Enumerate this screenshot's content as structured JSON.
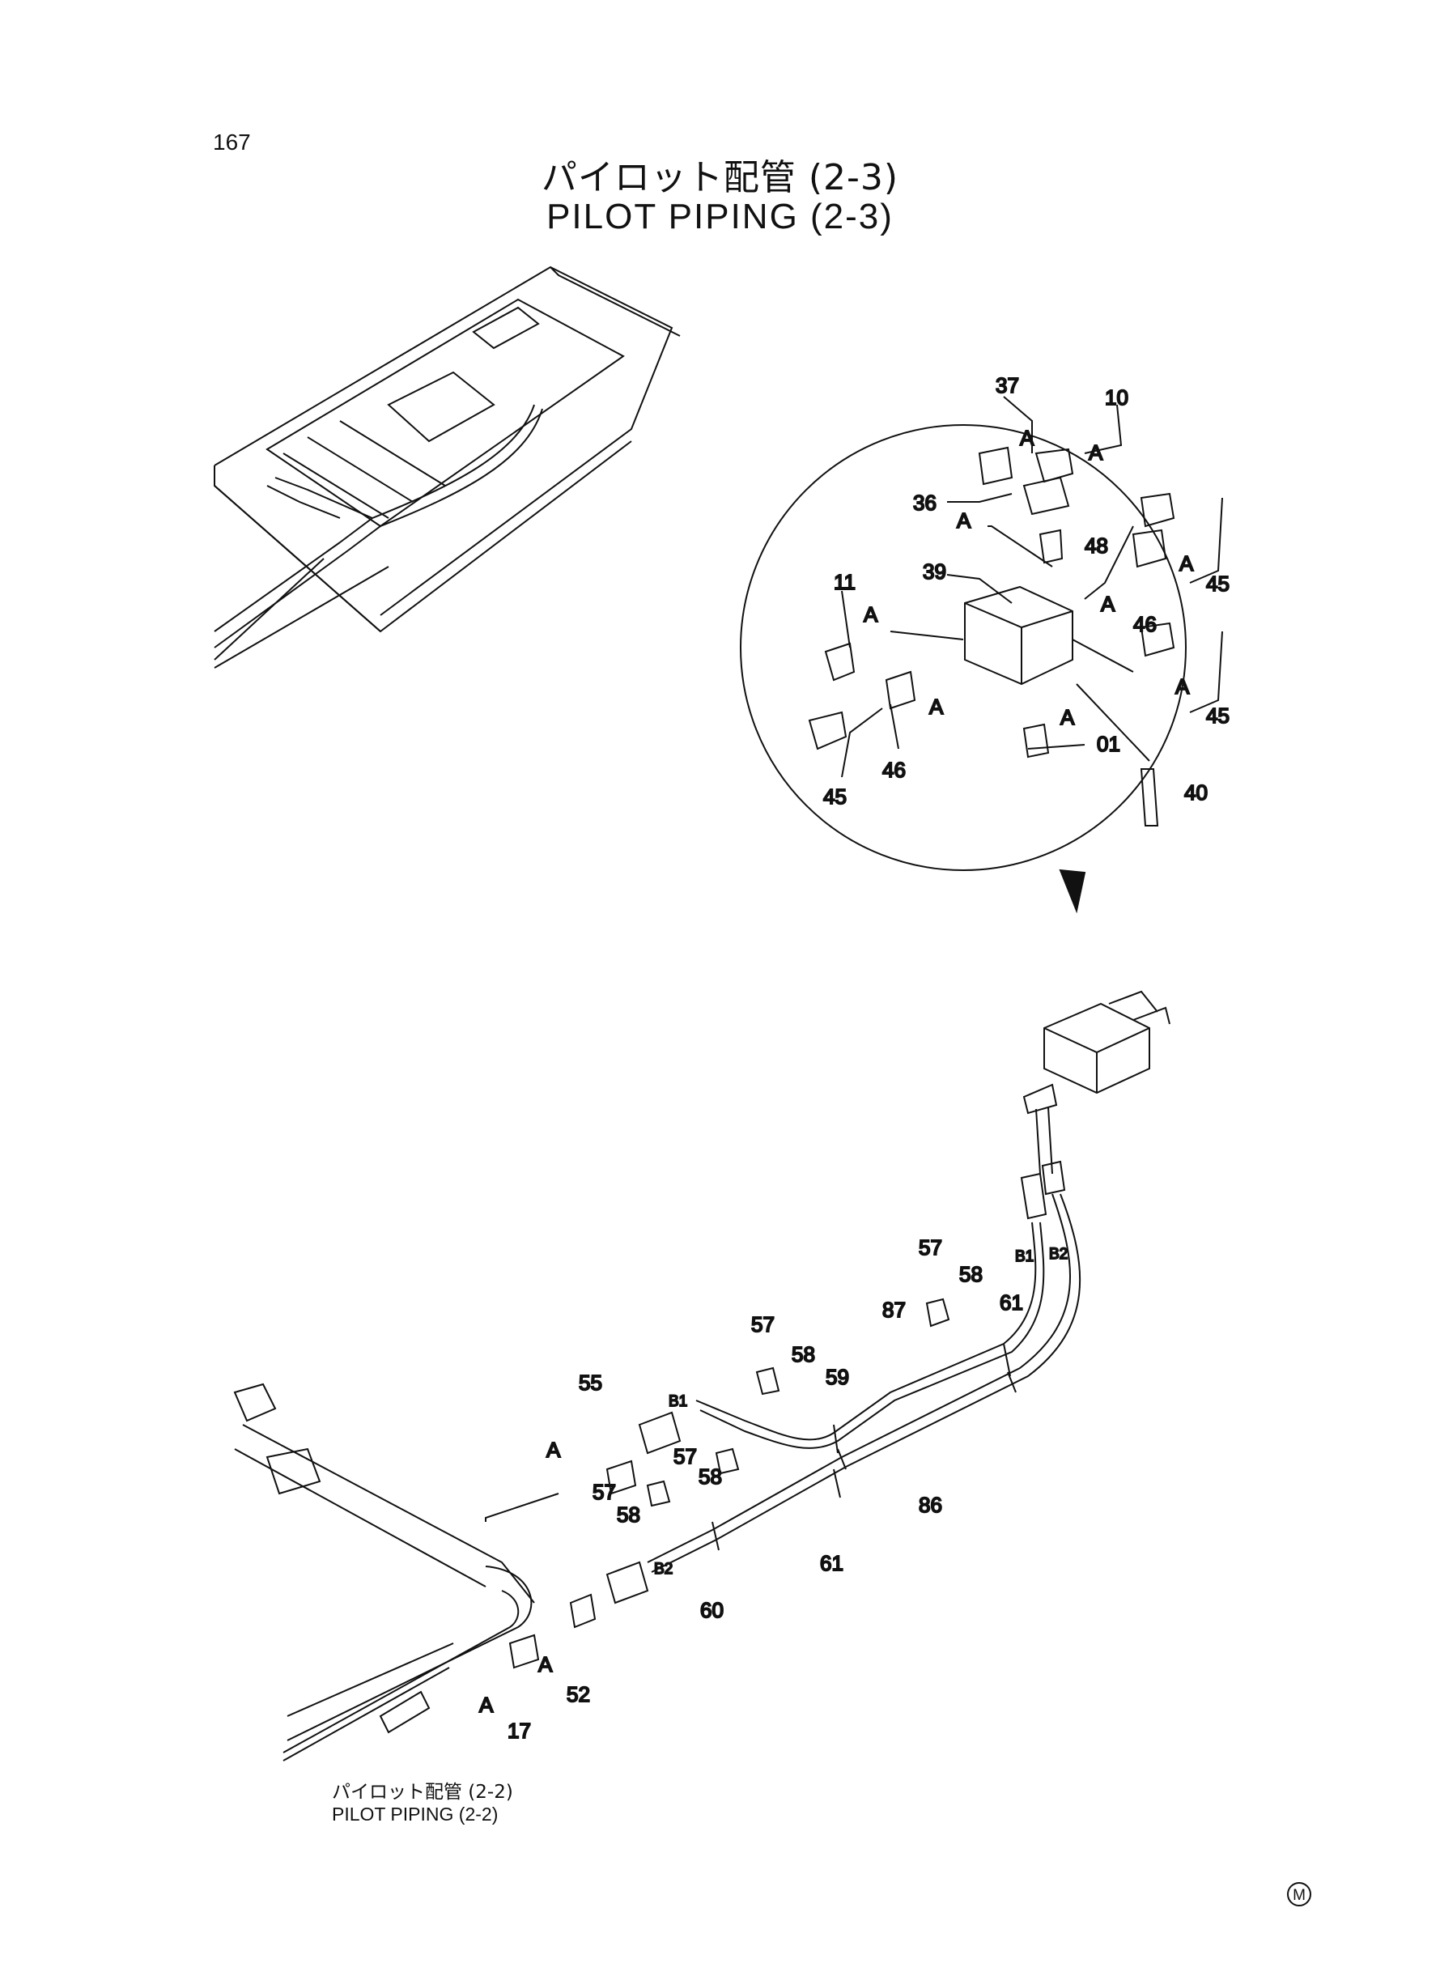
{
  "page": {
    "number": "167"
  },
  "title": {
    "japanese": "パイロット配管 (2-3)",
    "english": "PILOT PIPING (2-3)"
  },
  "reference": {
    "japanese": "パイロット配管 (2-2)",
    "english": "PILOT PIPING (2-2)"
  },
  "corner_mark": "M",
  "detail_callouts": [
    {
      "id": "37",
      "text": "37"
    },
    {
      "id": "10",
      "text": "10"
    },
    {
      "id": "36",
      "text": "36"
    },
    {
      "id": "48",
      "text": "48"
    },
    {
      "id": "39",
      "text": "39"
    },
    {
      "id": "11",
      "text": "11"
    },
    {
      "id": "46a",
      "text": "46"
    },
    {
      "id": "46b",
      "text": "46"
    },
    {
      "id": "45a",
      "text": "45"
    },
    {
      "id": "45b",
      "text": "45"
    },
    {
      "id": "45c",
      "text": "45"
    },
    {
      "id": "01",
      "text": "01"
    },
    {
      "id": "40",
      "text": "40"
    }
  ],
  "detail_a_marks": [
    "A",
    "A",
    "A",
    "A",
    "A",
    "A",
    "A",
    "A",
    "A"
  ],
  "main_callouts": [
    {
      "id": "57a",
      "text": "57"
    },
    {
      "id": "58a",
      "text": "58"
    },
    {
      "id": "61a",
      "text": "61"
    },
    {
      "id": "87",
      "text": "87"
    },
    {
      "id": "57b",
      "text": "57"
    },
    {
      "id": "58b",
      "text": "58"
    },
    {
      "id": "59",
      "text": "59"
    },
    {
      "id": "55",
      "text": "55"
    },
    {
      "id": "57c",
      "text": "57"
    },
    {
      "id": "58c",
      "text": "58"
    },
    {
      "id": "57d",
      "text": "57"
    },
    {
      "id": "58d",
      "text": "58"
    },
    {
      "id": "86",
      "text": "86"
    },
    {
      "id": "61b",
      "text": "61"
    },
    {
      "id": "60",
      "text": "60"
    },
    {
      "id": "52",
      "text": "52"
    },
    {
      "id": "17",
      "text": "17"
    }
  ],
  "main_a_marks": [
    "A",
    "A",
    "A"
  ],
  "port_labels": {
    "b1_top": "B1",
    "b2_top": "B2",
    "b1_hose": "B1",
    "b2_hose": "B2"
  }
}
